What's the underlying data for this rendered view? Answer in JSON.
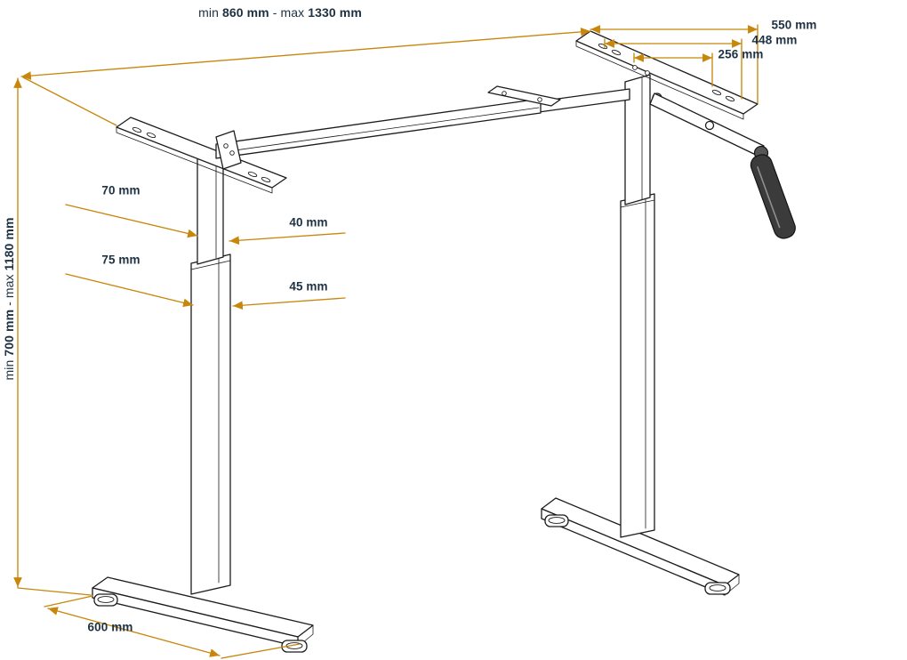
{
  "colors": {
    "dimension_line": "#C8860B",
    "drawing_line": "#1C1C1C",
    "label_text": "#1D3142"
  },
  "labels": {
    "width_range": {
      "min_prefix": "min",
      "min_value": "860 mm",
      "dash": "-",
      "max_prefix": "max",
      "max_value": "1330 mm"
    },
    "height_range": {
      "min_prefix": "min",
      "min_value": "700 mm",
      "dash": "-",
      "max_prefix": "max",
      "max_value": "1180 mm"
    },
    "top_plate_length": "550 mm",
    "hole_spacing_outer": "448 mm",
    "hole_spacing_inner": "256 mm",
    "upper_column_width": "70 mm",
    "upper_column_depth": "40 mm",
    "lower_column_width": "75 mm",
    "lower_column_depth": "45 mm",
    "foot_length": "600 mm"
  }
}
